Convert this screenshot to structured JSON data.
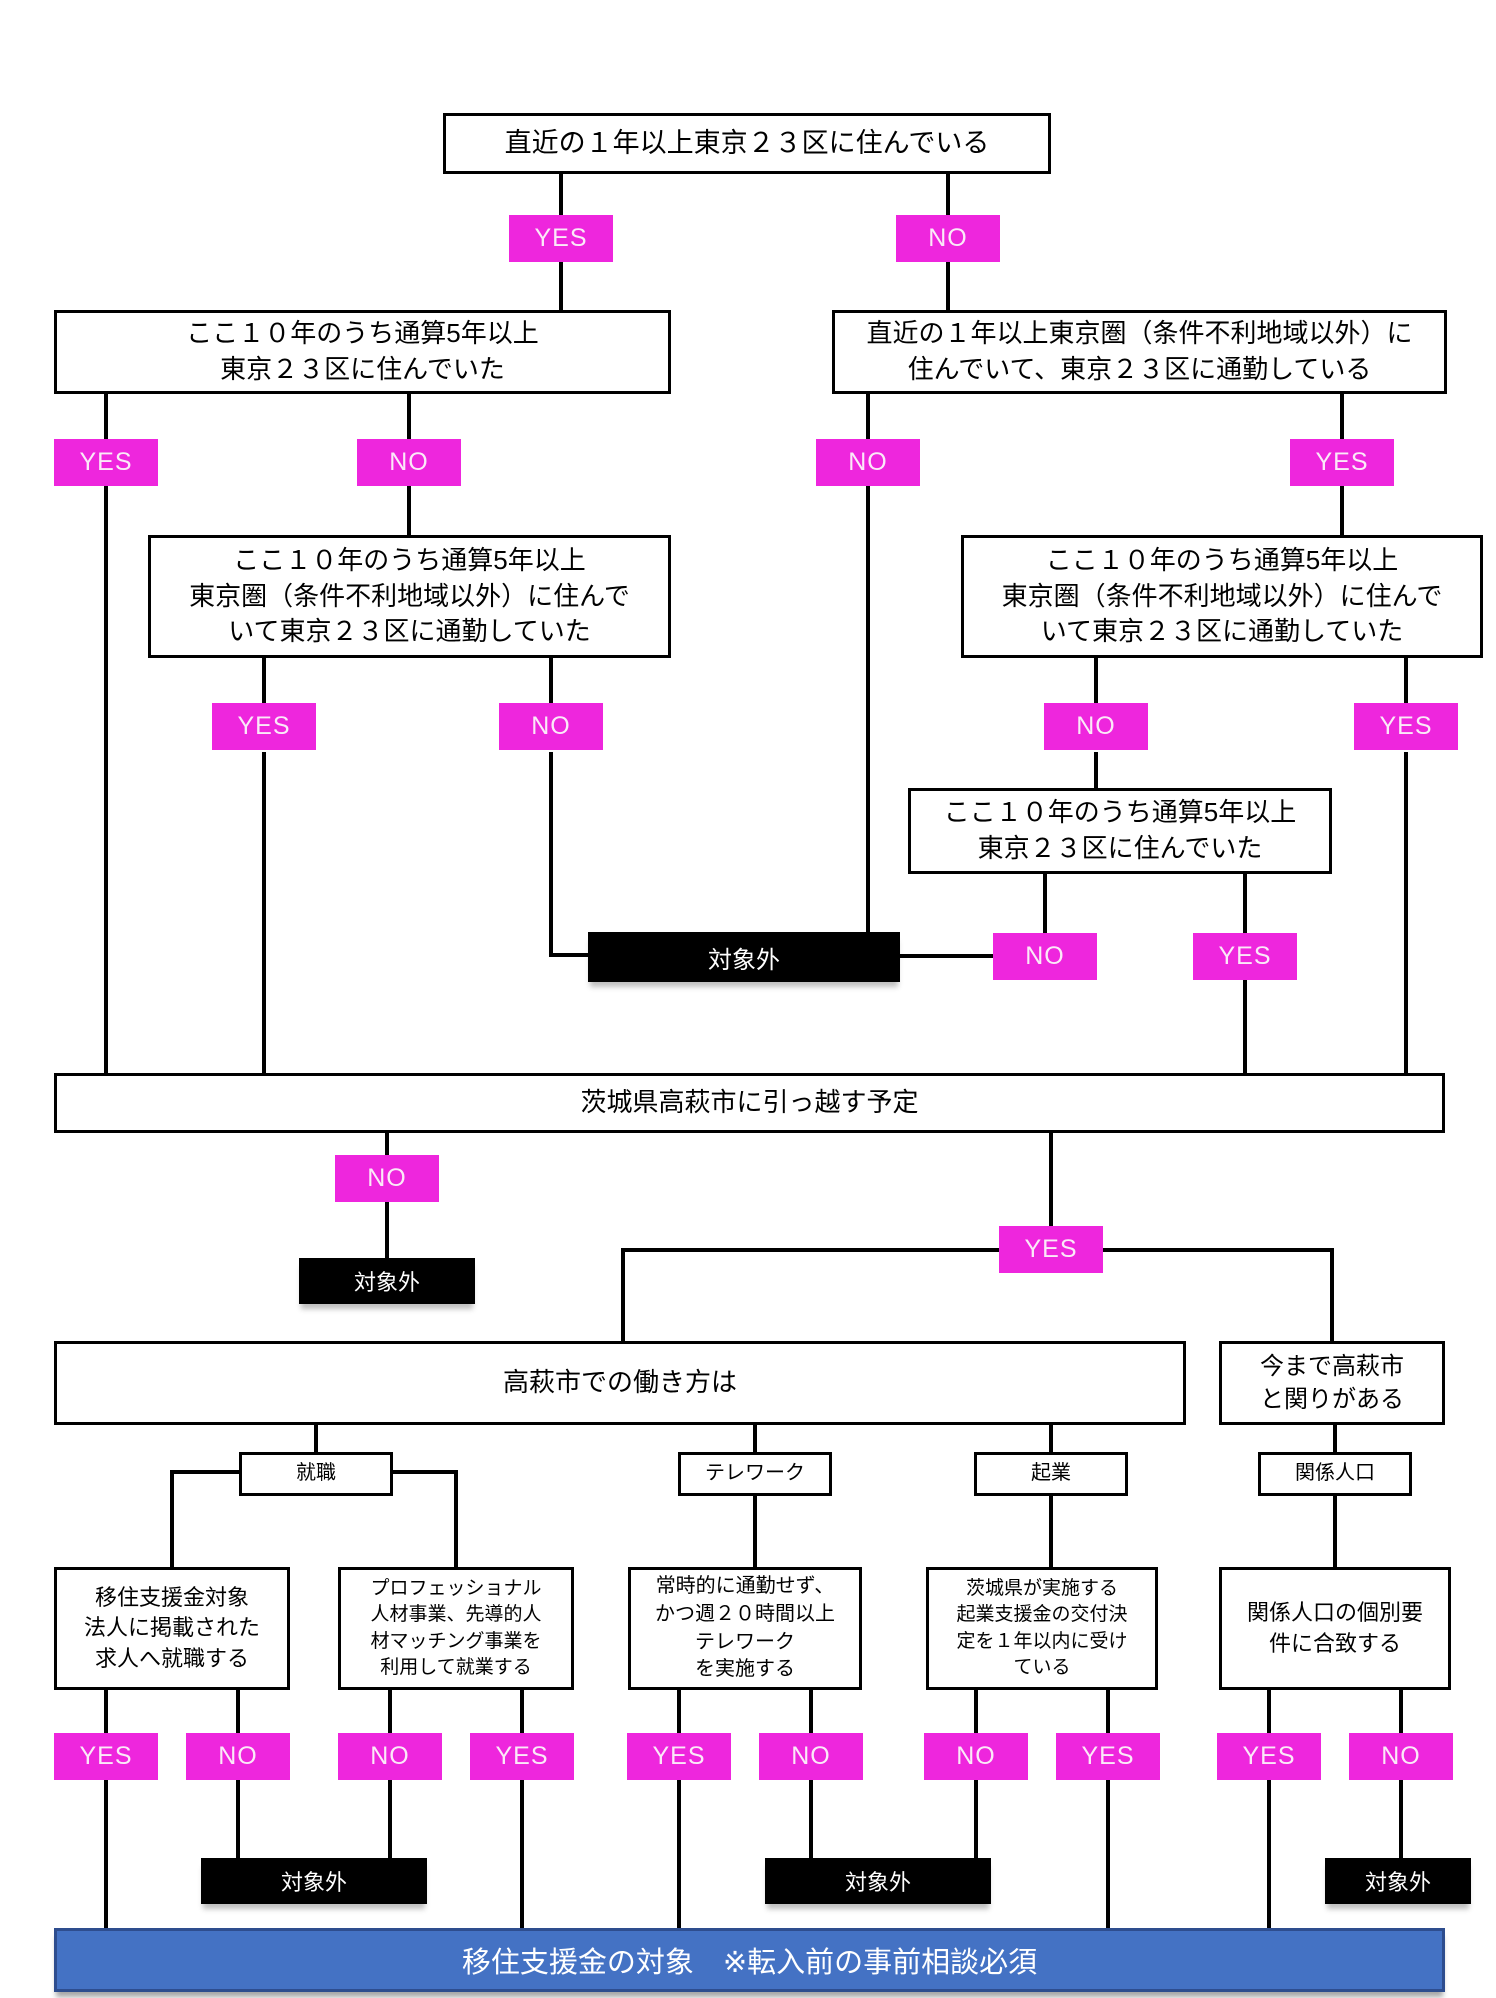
{
  "labels": {
    "yes": "YES",
    "no": "NO",
    "excluded": "対象外"
  },
  "colors": {
    "badge": "#ee26dd",
    "badge_text": "#fbe9f8",
    "terminal": "#000000",
    "result_bar": "#4472c4",
    "result_border": "#2e4d8e",
    "line": "#000000"
  },
  "nodes": {
    "q_recent_23ku": "直近の１年以上東京２３区に住んでいる",
    "q_total5_23ku": "ここ１０年のうち通算5年以上\n東京２３区に住んでいた",
    "q_recent_tokyo_area": "直近の１年以上東京圏（条件不利地域以外）に\n住んでいて、東京２３区に通勤している",
    "q_total5_tokyo_area": "ここ１０年のうち通算5年以上\n東京圏（条件不利地域以外）に住んで\nいて東京２３区に通勤していた",
    "q_move_takahagi": "茨城県高萩市に引っ越す予定",
    "q_workstyle": "高萩市での働き方は",
    "q_relation": "今まで高萩市\nと関りがある",
    "cat_employment": "就職",
    "cat_telework": "テレワーク",
    "cat_startup": "起業",
    "cat_related_population": "関係人口",
    "cond_job_listing": "移住支援金対象\n法人に掲載された\n求人へ就職する",
    "cond_professional": "プロフェッショナル\n人材事業、先導的人\n材マッチング事業を\n利用して就業する",
    "cond_telework": "常時的に通勤せず、\nかつ週２０時間以上\nテレワーク\nを実施する",
    "cond_startup": "茨城県が実施する\n起業支援金の交付決\n定を１年以内に受け\nている",
    "cond_related": "関係人口の個別要\n件に合致する",
    "result": "移住支援金の対象　※転入前の事前相談必須"
  }
}
